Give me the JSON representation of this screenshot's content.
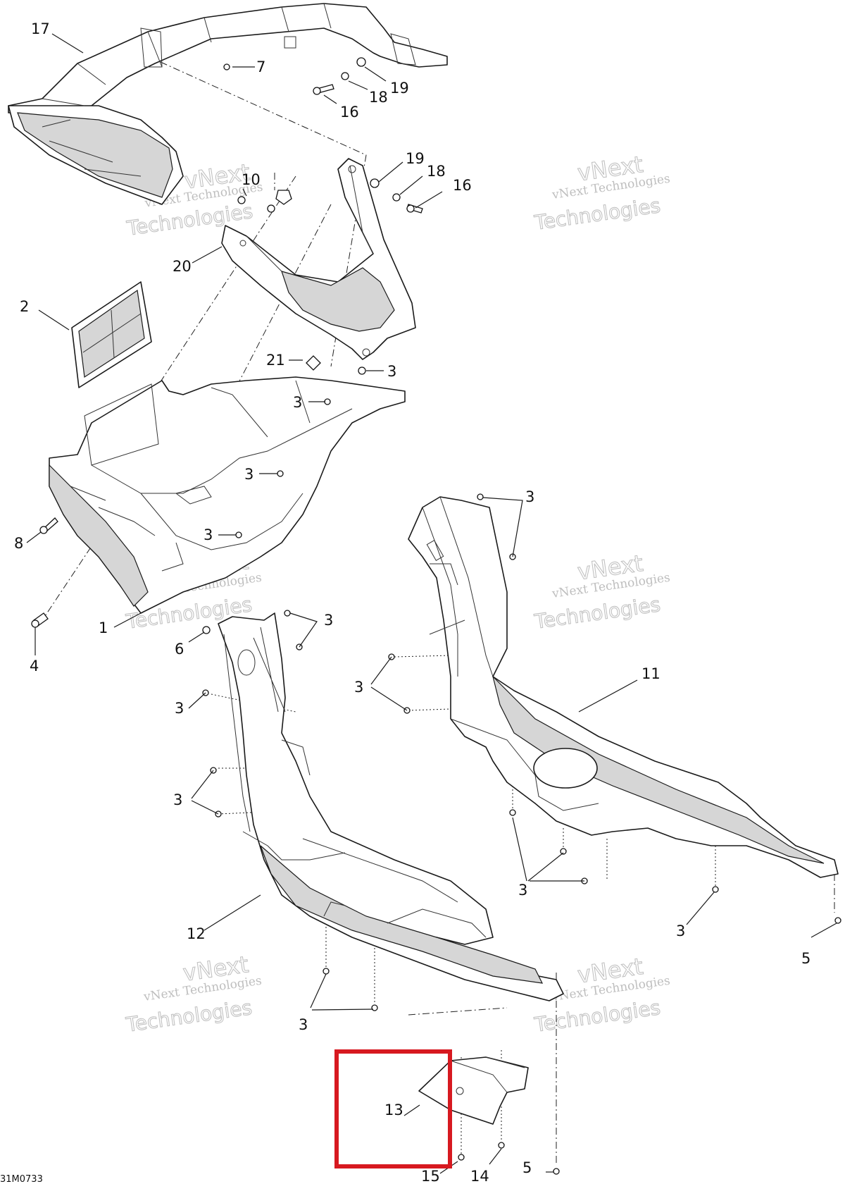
{
  "diagram_code": "31M0733",
  "watermark": {
    "line1": "vNext Technologies",
    "word1": "vNext",
    "word2": "Technologies"
  },
  "callouts": [
    {
      "id": "c17",
      "text": "17"
    },
    {
      "id": "c7",
      "text": "7"
    },
    {
      "id": "c19a",
      "text": "19"
    },
    {
      "id": "c18a",
      "text": "18"
    },
    {
      "id": "c16a",
      "text": "16"
    },
    {
      "id": "c10",
      "text": "10"
    },
    {
      "id": "c19b",
      "text": "19"
    },
    {
      "id": "c18b",
      "text": "18"
    },
    {
      "id": "c16b",
      "text": "16"
    },
    {
      "id": "c20",
      "text": "20"
    },
    {
      "id": "c2",
      "text": "2"
    },
    {
      "id": "c21",
      "text": "21"
    },
    {
      "id": "c3a",
      "text": "3"
    },
    {
      "id": "c3b",
      "text": "3"
    },
    {
      "id": "c3c",
      "text": "3"
    },
    {
      "id": "c3d",
      "text": "3"
    },
    {
      "id": "c8",
      "text": "8"
    },
    {
      "id": "c1",
      "text": "1"
    },
    {
      "id": "c4",
      "text": "4"
    },
    {
      "id": "c6",
      "text": "6"
    },
    {
      "id": "c3e",
      "text": "3"
    },
    {
      "id": "c3f",
      "text": "3"
    },
    {
      "id": "c3g",
      "text": "3"
    },
    {
      "id": "c3h",
      "text": "3"
    },
    {
      "id": "c3i",
      "text": "3"
    },
    {
      "id": "c11",
      "text": "11"
    },
    {
      "id": "c12",
      "text": "12"
    },
    {
      "id": "c3j",
      "text": "3"
    },
    {
      "id": "c3k",
      "text": "3"
    },
    {
      "id": "c5a",
      "text": "5"
    },
    {
      "id": "c3l",
      "text": "3"
    },
    {
      "id": "c13",
      "text": "13"
    },
    {
      "id": "c15",
      "text": "15"
    },
    {
      "id": "c14",
      "text": "14"
    },
    {
      "id": "c5b",
      "text": "5"
    }
  ],
  "highlight": {
    "color": "#d71920",
    "part": "13"
  }
}
